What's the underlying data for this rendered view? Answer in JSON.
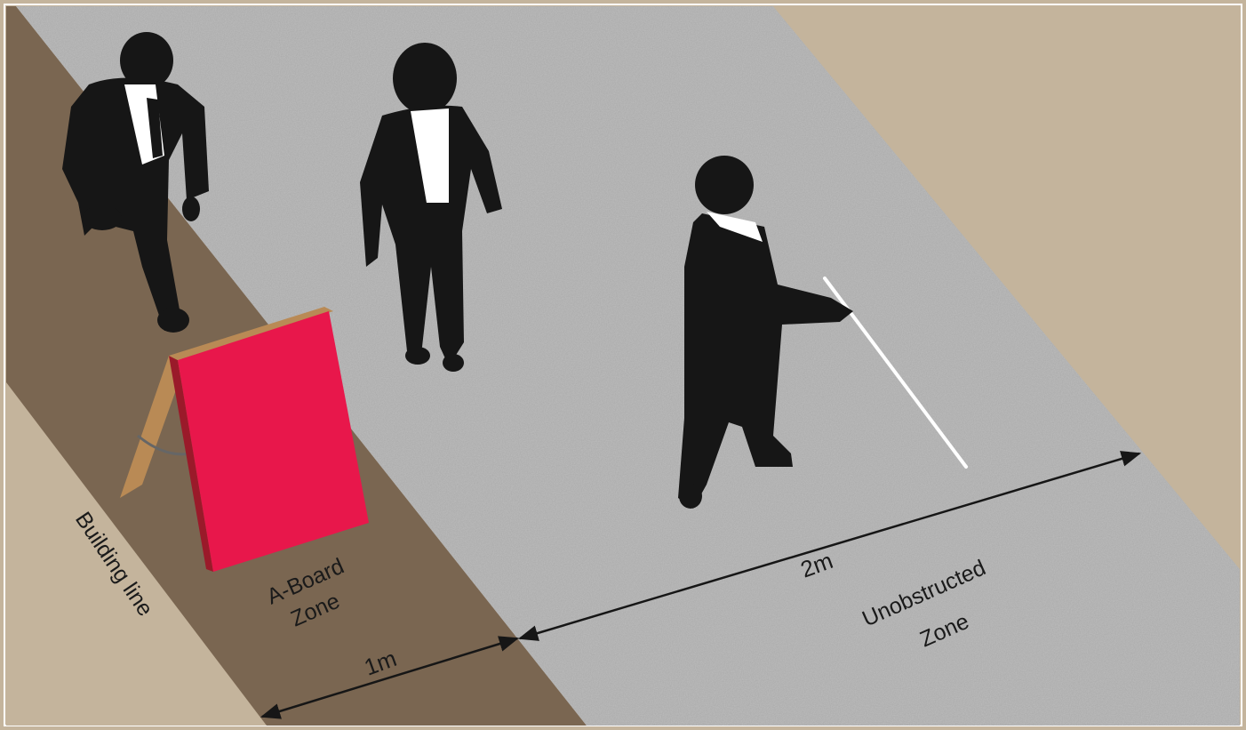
{
  "labels": {
    "building_line": "Building line",
    "a_board_zone_line1": "A-Board",
    "a_board_zone_line2": "Zone",
    "one_metre": "1m",
    "two_metre": "2m",
    "unobstructed_line1": "Unobstructed",
    "unobstructed_line2": "Zone"
  },
  "colors": {
    "border": "#c4b49c",
    "ground": "#c4b49c",
    "board_zone": "#7a6651",
    "pavement": "#a6a6a6",
    "a_board_face": "#e8174b",
    "a_board_frame": "#b98a55",
    "silhouette": "#161616",
    "cane": "#ffffff",
    "arrow": "#161616"
  }
}
